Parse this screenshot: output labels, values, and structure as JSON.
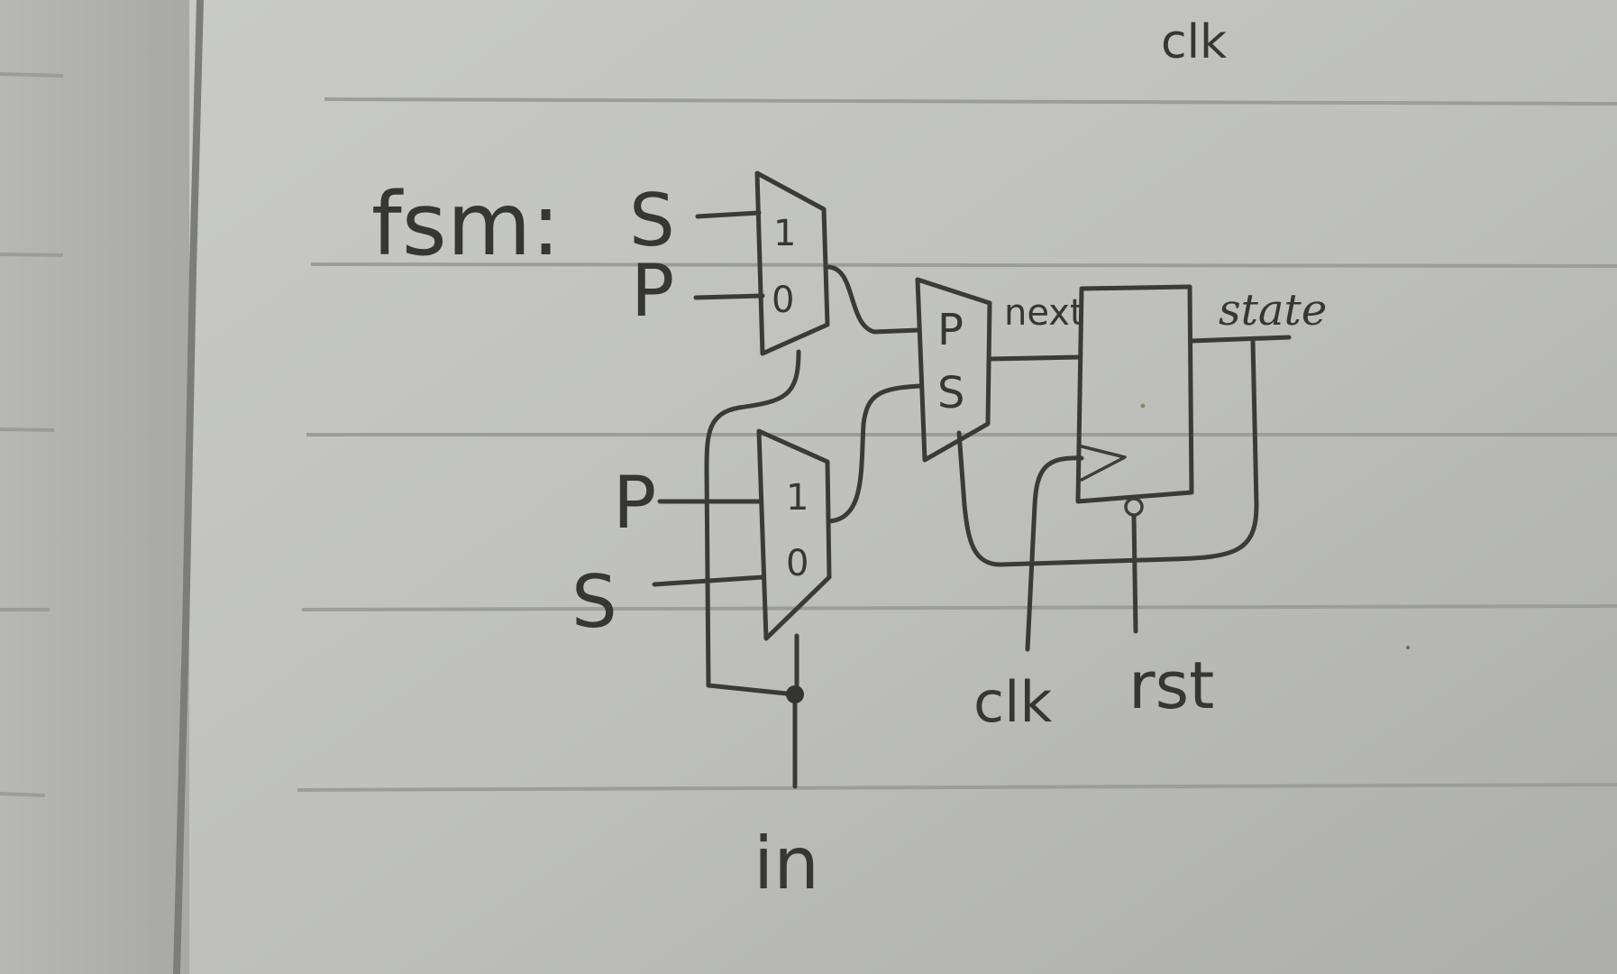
{
  "diagram": {
    "top_label": "clk",
    "title": "fsm:",
    "mux_top": {
      "inputs": [
        "S",
        "P"
      ],
      "select_labels": [
        "1",
        "0"
      ]
    },
    "mux_bottom": {
      "inputs": [
        "P",
        "S"
      ],
      "select_labels": [
        "1",
        "0"
      ]
    },
    "mux_out": {
      "select_labels": [
        "P",
        "S"
      ]
    },
    "next_label": "next",
    "register": {
      "output_label": "state"
    },
    "clock_label": "clk",
    "reset_label": "rst",
    "input_label": "in"
  }
}
